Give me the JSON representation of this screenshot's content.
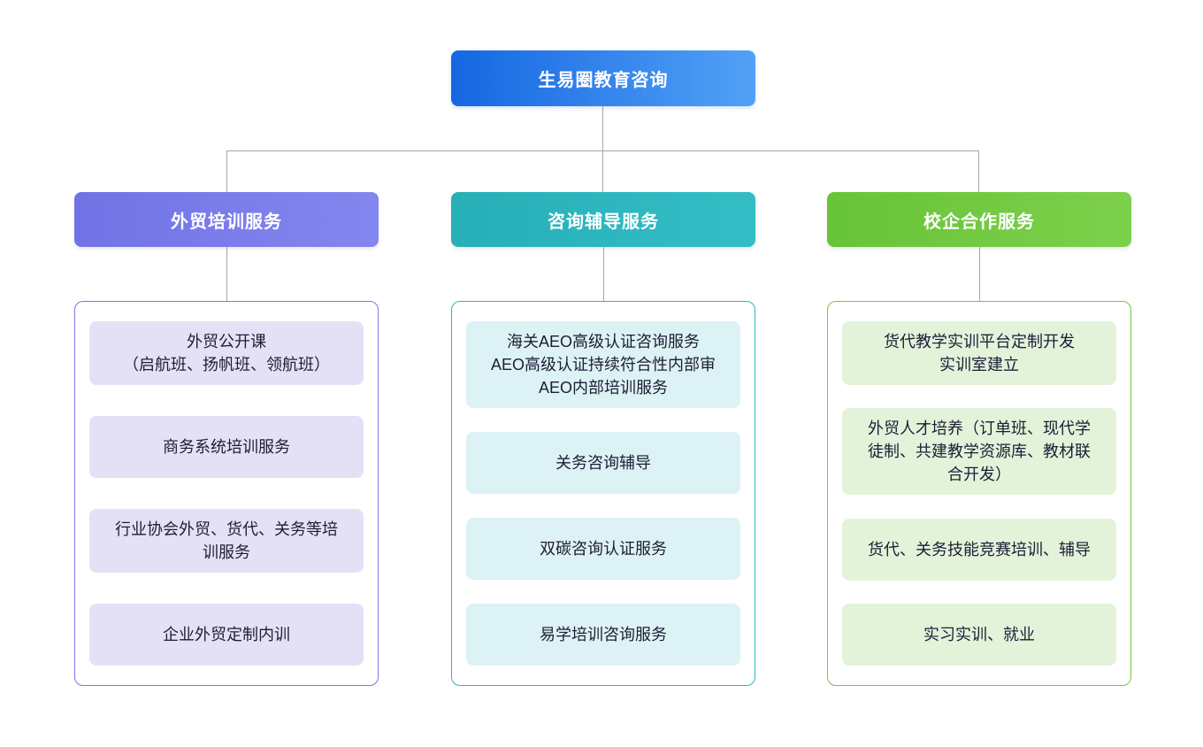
{
  "root": {
    "label": "生易圈教育咨询",
    "bg_from": "#1567E1",
    "bg_to": "#52A1F7",
    "text_color": "#FFFFFF"
  },
  "connector_color": "#A6A6A6",
  "branches": [
    {
      "label": "外贸培训服务",
      "theme": {
        "header_from": "#7173E5",
        "header_to": "#8486EF",
        "border": "#7678E8",
        "item_bg": "#E4E1F7"
      },
      "items": [
        {
          "text": "外贸公开课\n（启航班、扬帆班、领航班）"
        },
        {
          "text": "商务系统培训服务"
        },
        {
          "text": "行业协会外贸、货代、关务等培\n训服务"
        },
        {
          "text": "企业外贸定制内训"
        }
      ]
    },
    {
      "label": "咨询辅导服务",
      "theme": {
        "header_from": "#27AFB8",
        "header_to": "#33BDC5",
        "border": "#2BB6BE",
        "item_bg": "#DDF2F5"
      },
      "items": [
        {
          "text": "海关AEO高级认证咨询服务\nAEO高级认证持续符合性内部审\nAEO内部培训服务"
        },
        {
          "text": "关务咨询辅导"
        },
        {
          "text": "双碳咨询认证服务"
        },
        {
          "text": "易学培训咨询服务"
        }
      ]
    },
    {
      "label": "校企合作服务",
      "theme": {
        "header_from": "#67C437",
        "header_to": "#7DD04B",
        "border": "#72C93E",
        "item_bg": "#E2F3DA"
      },
      "items": [
        {
          "text": "货代教学实训平台定制开发\n实训室建立"
        },
        {
          "text": "外贸人才培养（订单班、现代学\n徒制、共建教学资源库、教材联\n合开发）"
        },
        {
          "text": "货代、关务技能竞赛培训、辅导"
        },
        {
          "text": "实习实训、就业"
        }
      ]
    }
  ]
}
